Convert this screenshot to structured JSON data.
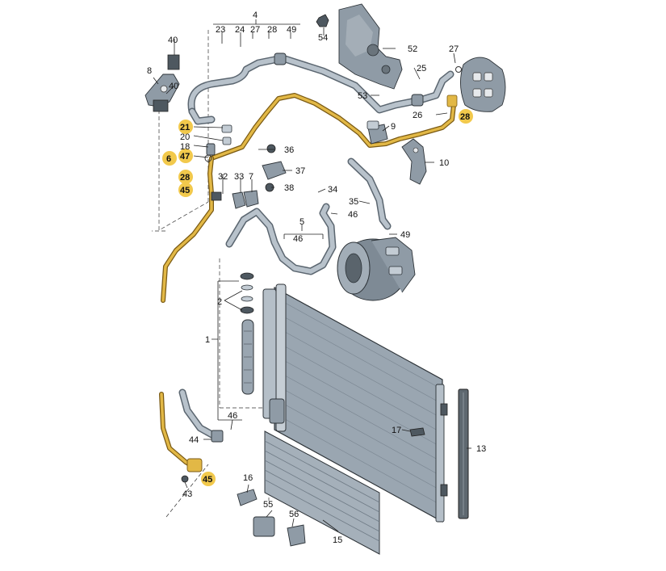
{
  "labels": {
    "l1": "1",
    "l2": "2",
    "l4": "4",
    "l5": "5",
    "l6": "6",
    "l7": "7",
    "l8": "8",
    "l9": "9",
    "l10": "10",
    "l13": "13",
    "l15": "15",
    "l16": "16",
    "l17": "17",
    "l18": "18",
    "l20": "20",
    "l21": "21",
    "l23": "23",
    "l24": "24",
    "l25": "25",
    "l26": "26",
    "l27a": "27",
    "l27b": "27",
    "l28a": "28",
    "l28b": "28",
    "l32": "32",
    "l33": "33",
    "l34": "34",
    "l35": "35",
    "l36": "36",
    "l37": "37",
    "l38": "38",
    "l40a": "40",
    "l40b": "40",
    "l43": "43",
    "l44": "44",
    "l45a": "45",
    "l45b": "45",
    "l46a": "46",
    "l46b": "46",
    "l46c": "46",
    "l47": "47",
    "l49a": "49",
    "l49b": "49",
    "l52": "52",
    "l53": "53",
    "l54": "54",
    "l55": "55",
    "l56": "56",
    "l28c": "28"
  },
  "colors": {
    "highlight": "#f2c94c",
    "pipe": "#e2b846",
    "hose": "#5b6670",
    "condenser": "#9aa6b1"
  }
}
